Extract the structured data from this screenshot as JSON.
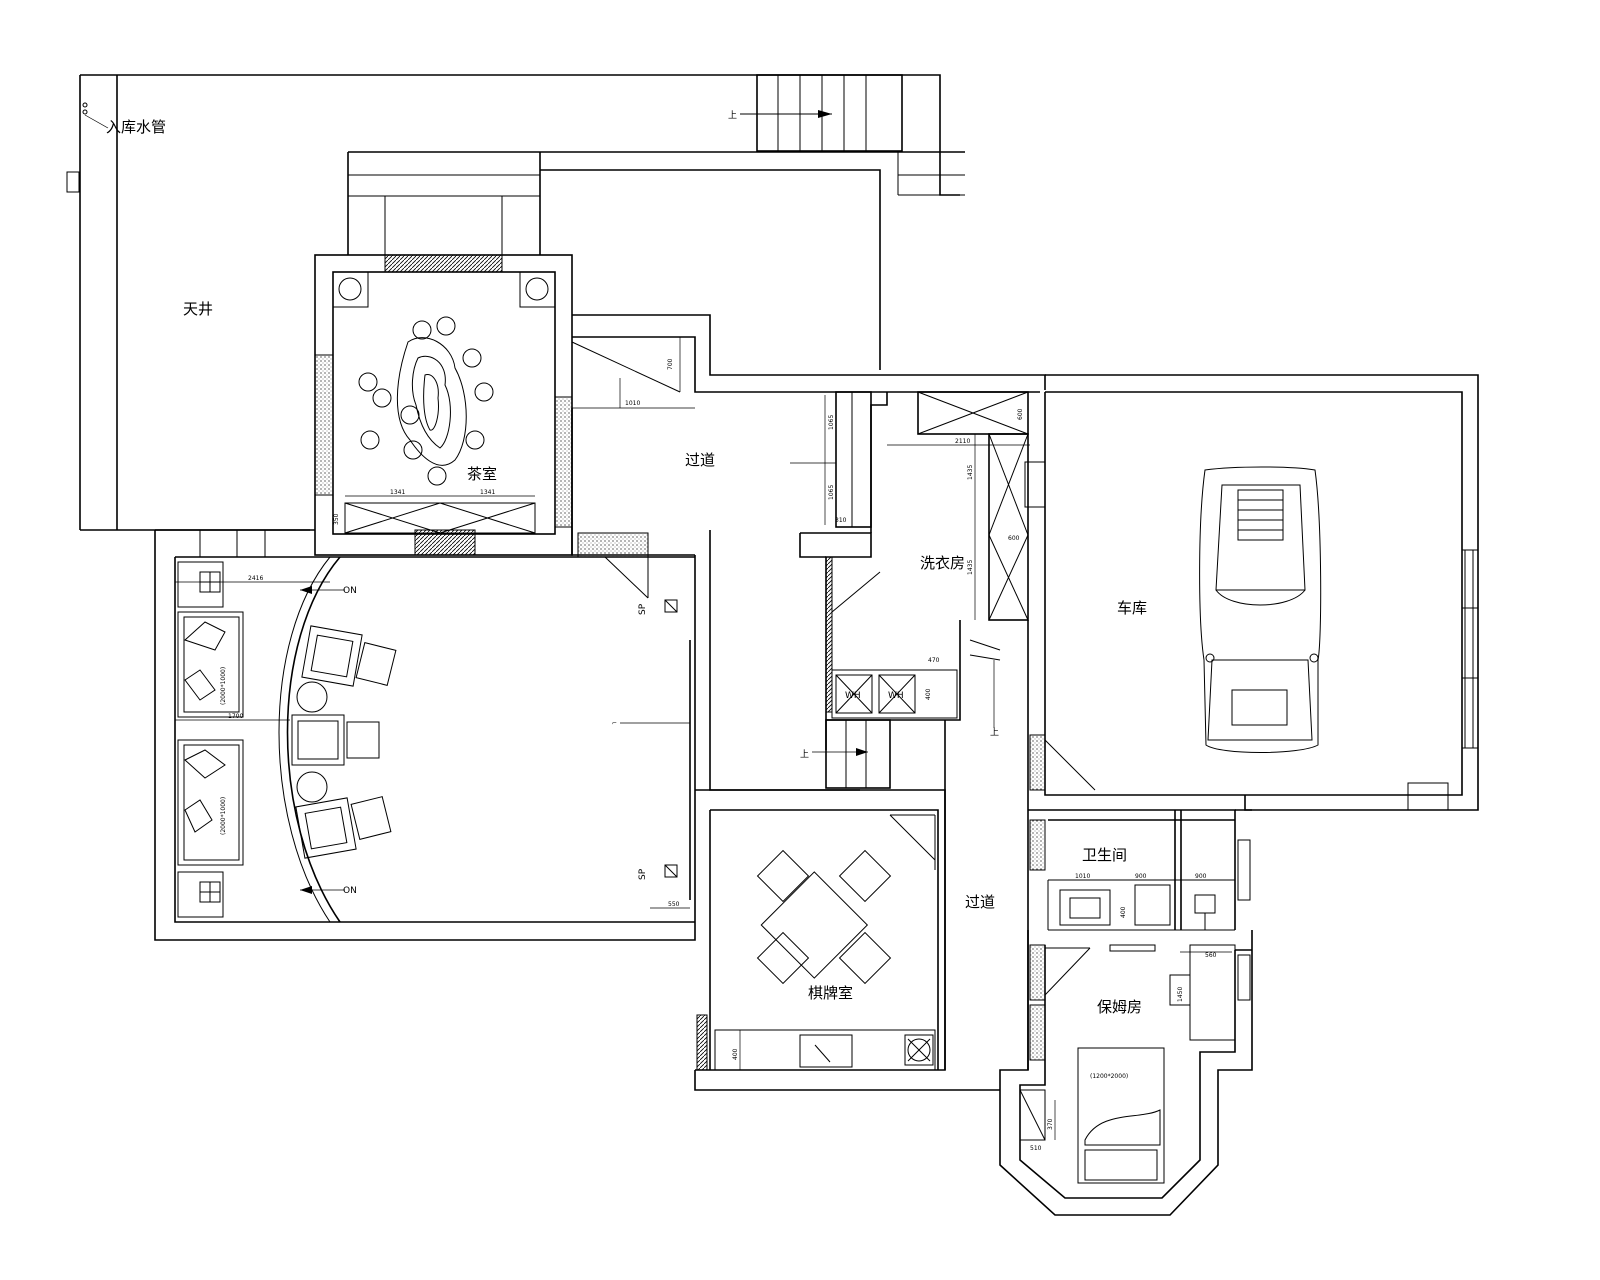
{
  "rooms": {
    "courtyard": "天井",
    "tea_room": "茶室",
    "corridor_top": "过道",
    "laundry": "洗衣房",
    "garage": "车库",
    "bathroom": "卫生间",
    "corridor_bottom": "过道",
    "chess_room": "棋牌室",
    "nanny_room": "保姆房"
  },
  "annotations": {
    "water_pipe": "入库水管",
    "stair_up_1": "上",
    "stair_up_2": "上",
    "stair_up_3": "上",
    "on_1": "ON",
    "on_2": "ON",
    "sp_1": "SP",
    "sp_2": "SP",
    "wh_1": "WH",
    "wh_2": "WH"
  },
  "furniture": {
    "sofa_size_1": "(2000*1000)",
    "sofa_size_2": "(2000*1000)",
    "bed_size": "(1200*2000)"
  },
  "dimensions": {
    "d_2416": "2416",
    "d_1700": "1700",
    "d_550": "550",
    "d_1341": "1341",
    "d_1341b": "1341",
    "d_350": "350",
    "d_700": "700",
    "d_1010": "1010",
    "d_1065": "1065",
    "d_1065b": "1065",
    "d_310": "310",
    "d_600a": "600",
    "d_600b": "600",
    "d_2110": "2110",
    "d_1435a": "1435",
    "d_1435b": "1435",
    "d_470": "470",
    "d_400": "400",
    "d_1010b": "1010",
    "d_900a": "900",
    "d_900b": "900",
    "d_400b": "400",
    "d_560": "560",
    "d_1450": "1450",
    "d_400c": "400",
    "d_370": "370",
    "d_510": "510"
  }
}
